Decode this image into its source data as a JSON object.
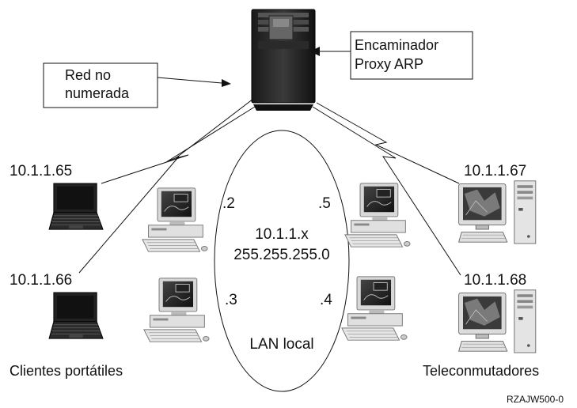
{
  "callouts": {
    "unnumbered_network": [
      "Red no",
      "numerada"
    ],
    "proxy_arp_router": [
      "Encaminador",
      "Proxy ARP"
    ]
  },
  "lan": {
    "network": "10.1.1.x",
    "mask": "255.255.255.0",
    "name": "LAN local",
    "hosts": [
      ".2",
      ".5",
      ".3",
      ".4"
    ]
  },
  "clients": {
    "laptop_top_ip": "10.1.1.65",
    "laptop_bottom_ip": "10.1.1.66",
    "caption": "Clientes portátiles"
  },
  "teleworkers": {
    "top_ip": "10.1.1.67",
    "bottom_ip": "10.1.1.68",
    "caption": "Teleconmutadores"
  },
  "figure_id": "RZAJW500-0"
}
